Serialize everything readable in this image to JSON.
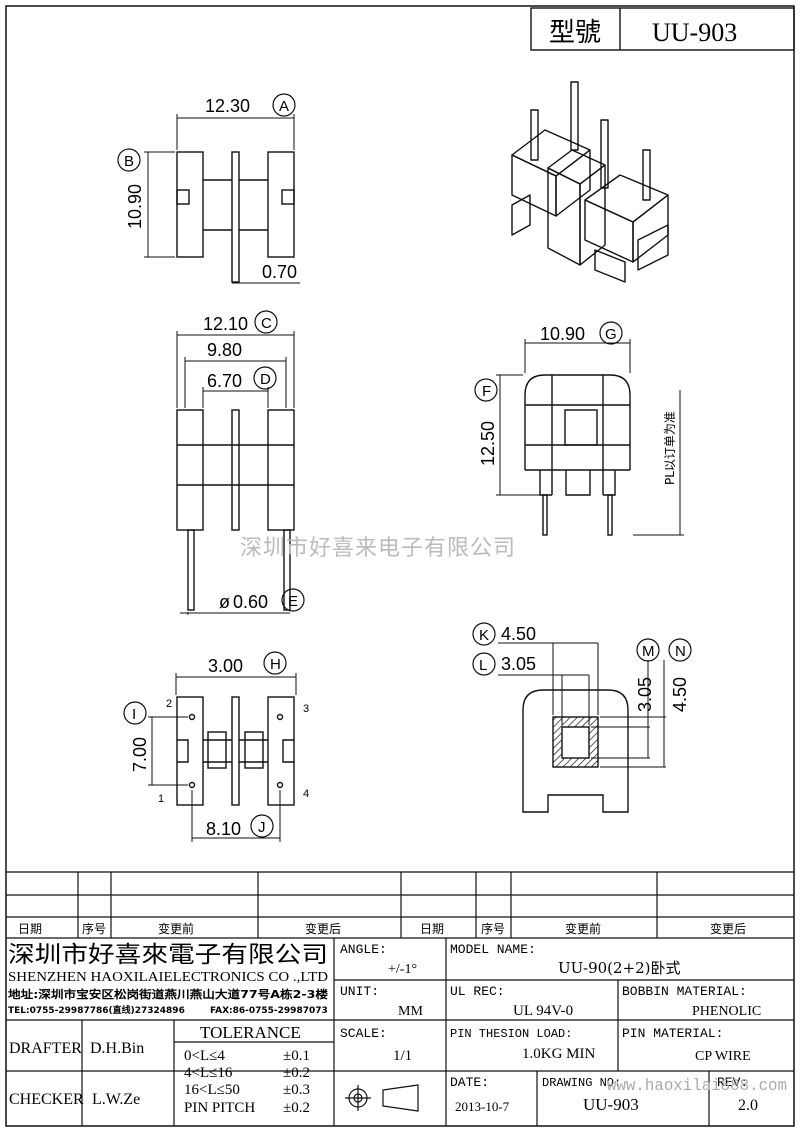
{
  "header": {
    "model_label": "型號",
    "model_value": "UU-903"
  },
  "dims": {
    "A": "12.30",
    "B": "10.90",
    "C": "12.10",
    "D": "6.70",
    "E": "0.60",
    "F": "12.50",
    "G": "10.90",
    "H": "3.00",
    "I": "7.00",
    "J": "8.10",
    "K": "4.50",
    "L": "3.05",
    "M": "3.05",
    "N": "4.50",
    "pin_thick": "0.70",
    "inner_980": "9.80",
    "dia_prefix": "ø"
  },
  "letters": {
    "A": "A",
    "B": "B",
    "C": "C",
    "D": "D",
    "E": "E",
    "F": "F",
    "G": "G",
    "H": "H",
    "I": "I",
    "J": "J",
    "K": "K",
    "L": "L",
    "M": "M",
    "N": "N"
  },
  "pins": {
    "p1": "1",
    "p2": "2",
    "p3": "3",
    "p4": "4"
  },
  "pl_note": "PL以订单为准",
  "watermark": "深圳市好喜来电子有限公司",
  "revision": {
    "headers": [
      "日期",
      "序号",
      "变更前",
      "变更后",
      "日期",
      "序号",
      "变更前",
      "变更后"
    ]
  },
  "company": {
    "name_cn": "深圳市好喜來電子有限公司",
    "name_en": "SHENZHEN HAOXILAIELECTRONICS CO .,LTD",
    "address": "地址:深圳市宝安区松岗街道燕川燕山大道77号A栋2-3楼",
    "tel": "TEL:0755-29987786(直线)27324896",
    "fax": "FAX:86-0755-29987073"
  },
  "title_block": {
    "angle_label": "ANGLE:",
    "angle_value": "+/-1°",
    "model_name_label": "MODEL NAME:",
    "model_name_value": "UU-90(2+2)卧式",
    "unit_label": "UNIT:",
    "unit_value": "MM",
    "ul_label": "UL REC:",
    "ul_value": "UL 94V-0",
    "bobbin_label": "BOBBIN MATERIAL:",
    "bobbin_value": "PHENOLIC",
    "drafter_label": "DRAFTER",
    "drafter_value": "D.H.Bin",
    "tolerance_label": "TOLERANCE",
    "tol_rows": [
      {
        "range": "0<L≤4",
        "value": "±0.1"
      },
      {
        "range": "4<L≤16",
        "value": "±0.2"
      },
      {
        "range": "16<L≤50",
        "value": "±0.3"
      },
      {
        "range": "PIN PITCH",
        "value": "±0.2"
      }
    ],
    "scale_label": "SCALE:",
    "scale_value": "1/1",
    "pin_load_label": "PIN THESION LOAD:",
    "pin_load_value": "1.0KG MIN",
    "pin_mat_label": "PIN MATERIAL:",
    "pin_mat_value": "CP  WIRE",
    "checker_label": "CHECKER",
    "checker_value": "L.W.Ze",
    "date_label": "DATE:",
    "date_value": "2013-10-7",
    "drawing_label": "DRAWING NO:",
    "drawing_value": "UU-903",
    "rev_label": "REV:",
    "rev_value": "2.0",
    "site_watermark": "www.haoxilai888.com"
  }
}
